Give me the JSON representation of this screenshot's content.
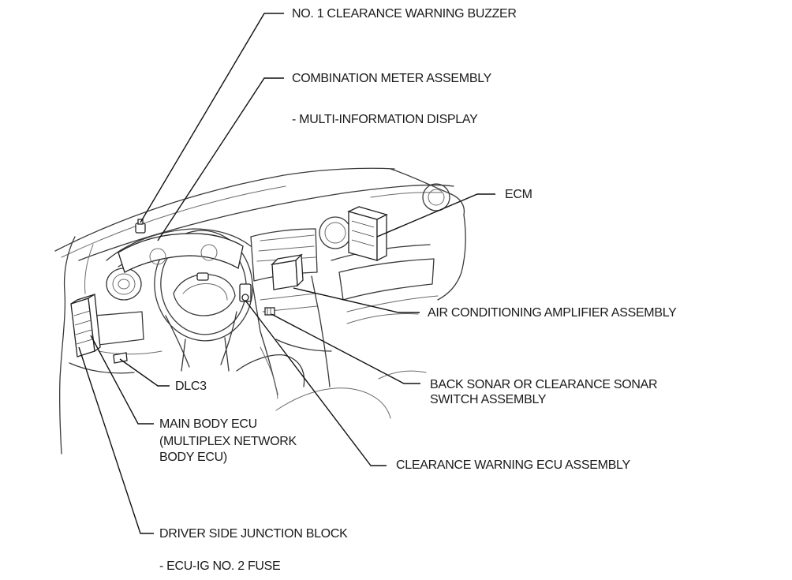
{
  "labels": {
    "buzzer": "NO. 1 CLEARANCE WARNING BUZZER",
    "meter": "COMBINATION METER ASSEMBLY",
    "meter_sub": "- MULTI-INFORMATION DISPLAY",
    "ecm": "ECM",
    "ac_amp": "AIR CONDITIONING AMPLIFIER ASSEMBLY",
    "sonar_switch_1": "BACK SONAR OR CLEARANCE SONAR",
    "sonar_switch_2": "SWITCH ASSEMBLY",
    "warning_ecu": "CLEARANCE WARNING ECU ASSEMBLY",
    "dlc3": "DLC3",
    "main_body_1": "MAIN BODY ECU",
    "main_body_2": "(MULTIPLEX NETWORK",
    "main_body_3": "BODY ECU)",
    "junction_block": "DRIVER SIDE JUNCTION BLOCK",
    "junction_sub": "- ECU-IG NO. 2 FUSE"
  }
}
